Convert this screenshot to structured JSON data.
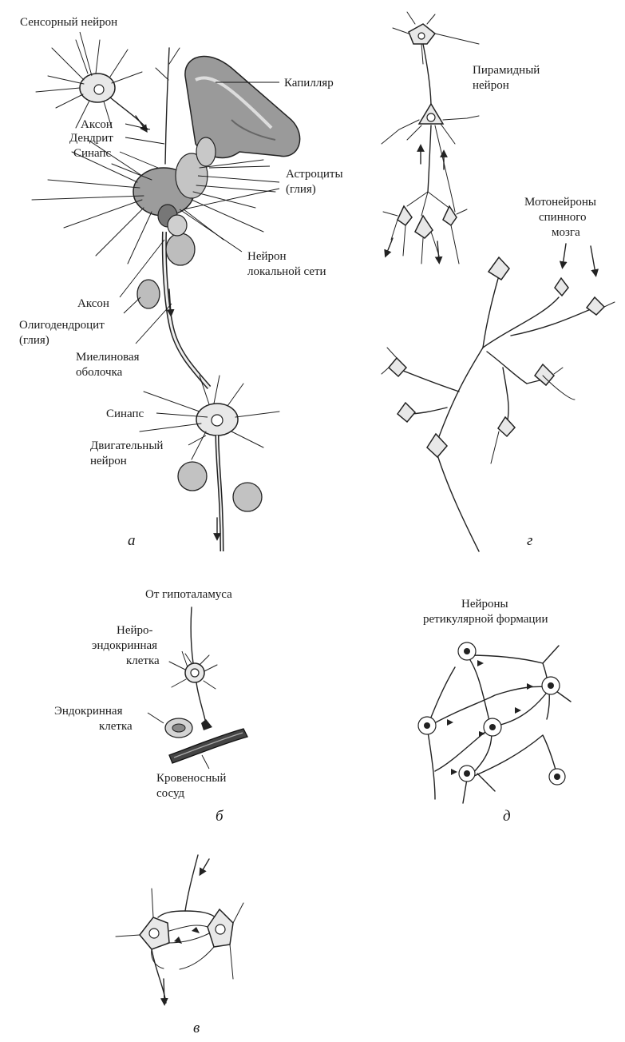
{
  "panels": {
    "a": {
      "letter": "а",
      "labels": {
        "sensory_neuron": "Сенсорный нейрон",
        "capillary": "Капилляр",
        "axon_top": "Аксон",
        "dendrite": "Дендрит",
        "synapse_top": "Синапс",
        "astrocytes_1": "Астроциты",
        "astrocytes_2": "(глия)",
        "local_neuron_1": "Нейрон",
        "local_neuron_2": "локальной сети",
        "axon_bottom": "Аксон",
        "oligodendrocyte_1": "Олигодендроцит",
        "oligodendrocyte_2": "(глия)",
        "myelin_1": "Миелиновая",
        "myelin_2": "оболочка",
        "synapse_bottom": "Синапс",
        "motor_neuron_1": "Двигательный",
        "motor_neuron_2": "нейрон"
      }
    },
    "b": {
      "letter": "б",
      "labels": {
        "from_hypothalamus": "От гипоталамуса",
        "neuroendocrine_1": "Нейро-",
        "neuroendocrine_2": "эндокринная",
        "neuroendocrine_3": "клетка",
        "endocrine_1": "Эндокринная",
        "endocrine_2": "клетка",
        "vessel_1": "Кровеносный",
        "vessel_2": "сосуд"
      }
    },
    "v": {
      "letter": "в"
    },
    "g": {
      "letter": "г",
      "labels": {
        "pyramidal_1": "Пирамидный",
        "pyramidal_2": "нейрон",
        "motoneurons_1": "Мотонейроны",
        "motoneurons_2": "спинного",
        "motoneurons_3": "мозга"
      }
    },
    "d": {
      "letter": "д",
      "labels": {
        "reticular_1": "Нейроны",
        "reticular_2": "ретикулярной формации"
      }
    }
  },
  "icons": {
    "neuron_body": "neuron-cell-icon",
    "arrow": "arrow-down-icon"
  }
}
